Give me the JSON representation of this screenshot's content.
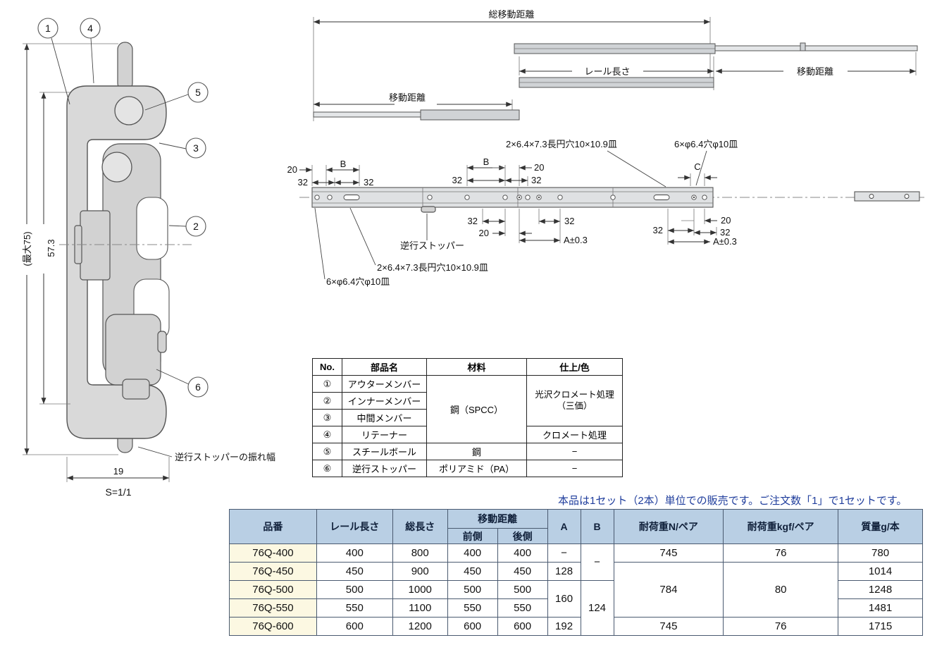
{
  "cross_section": {
    "callouts": {
      "c1": "1",
      "c2": "2",
      "c3": "3",
      "c4": "4",
      "c5": "5",
      "c6": "6"
    },
    "dim_overall_height": "(最大75)",
    "dim_rail_height": "57.3",
    "dim_width": "19",
    "scale_label": "S=1/1",
    "stopper_swing_note": "逆行ストッパーの振れ幅"
  },
  "extension_diagram": {
    "total_travel_label": "総移動距離",
    "rail_length_label": "レール長さ",
    "travel_right_label": "移動距離",
    "travel_left_label": "移動距離"
  },
  "side_view": {
    "slot_note_top": "2×6.4×7.3長円穴10×10.9皿",
    "hole_note_top": "6×φ6.4穴φ10皿",
    "slot_note_bottom": "2×6.4×7.3長円穴10×10.9皿",
    "hole_note_bottom": "6×φ6.4穴φ10皿",
    "stopper_label": "逆行ストッパー",
    "dim_20": "20",
    "dim_32": "32",
    "dim_b": "B",
    "dim_a_tol": "A±0.3",
    "dim_c": "C"
  },
  "parts_table": {
    "headers": {
      "no": "No.",
      "name": "部品名",
      "material": "材料",
      "finish": "仕上/色"
    },
    "rows": [
      {
        "no": "①",
        "name": "アウターメンバー"
      },
      {
        "no": "②",
        "name": "インナーメンバー"
      },
      {
        "no": "③",
        "name": "中間メンバー"
      },
      {
        "no": "④",
        "name": "リテーナー"
      },
      {
        "no": "⑤",
        "name": "スチールボール",
        "material": "鋼",
        "finish": "−"
      },
      {
        "no": "⑥",
        "name": "逆行ストッパー",
        "material": "ポリアミド（PA）",
        "finish": "−"
      }
    ],
    "material_steel_spcc": "鋼（SPCC）",
    "finish_gloss_line1": "光沢クロメート処理",
    "finish_gloss_line2": "（三価）",
    "finish_chromate": "クロメート処理"
  },
  "sales_note": "本品は1セット（2本）単位での販売です。ご注文数「1」で1セットです。",
  "spec_table": {
    "headers": {
      "part_no": "品番",
      "rail_length": "レール長さ",
      "total_length": "総長さ",
      "travel": "移動距離",
      "travel_front": "前側",
      "travel_rear": "後側",
      "a": "A",
      "b": "B",
      "load_n": "耐荷重N/ペア",
      "load_kgf": "耐荷重kgf/ペア",
      "weight": "質量g/本"
    },
    "rows": [
      {
        "part_no": "76Q-400",
        "rail_length": "400",
        "total_length": "800",
        "front": "400",
        "rear": "400",
        "a": "−",
        "load_n": "745",
        "load_kgf": "76",
        "weight": "780"
      },
      {
        "part_no": "76Q-450",
        "rail_length": "450",
        "total_length": "900",
        "front": "450",
        "rear": "450",
        "a": "128",
        "weight": "1014"
      },
      {
        "part_no": "76Q-500",
        "rail_length": "500",
        "total_length": "1000",
        "front": "500",
        "rear": "500",
        "weight": "1248"
      },
      {
        "part_no": "76Q-550",
        "rail_length": "550",
        "total_length": "1100",
        "front": "550",
        "rear": "550",
        "weight": "1481"
      },
      {
        "part_no": "76Q-600",
        "rail_length": "600",
        "total_length": "1200",
        "front": "600",
        "rear": "600",
        "a": "192",
        "load_n": "745",
        "load_kgf": "76",
        "weight": "1715"
      }
    ],
    "merged": {
      "b_top": "−",
      "b_bottom": "124",
      "a_mid": "160",
      "load_n_mid": "784",
      "load_kgf_mid": "80"
    }
  },
  "colors": {
    "note_blue": "#1f3d9c",
    "header_blue": "#b9cfe4",
    "row_cream": "#fcf8e2"
  }
}
